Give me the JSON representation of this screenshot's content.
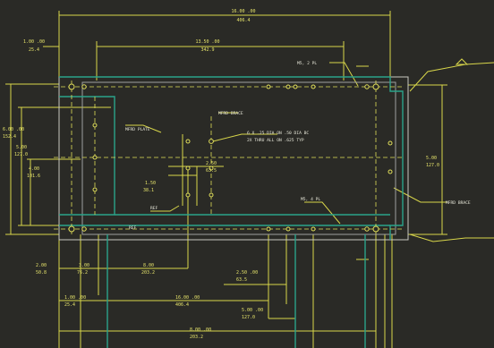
{
  "colors": {
    "background": "#2a2a26",
    "dimension": "#d8d64a",
    "plate": "#c8c8c0",
    "cutout": "#2aa38a",
    "centerline": "#e0de5a"
  },
  "dimensions": {
    "overall_width": "16.00 .00",
    "overall_width_sub": "406.4",
    "inner_width": "13.50 .00",
    "inner_width_sub": "342.9",
    "left_offset": "1.00 .00",
    "left_offset_sub": "25.4",
    "left_height": "6.00 .00",
    "left_height_sub": "152.4",
    "left_mid": "5.00",
    "left_mid_sub": "127.0",
    "left_small": "4.00",
    "left_small_sub": "101.6",
    "right_height": "5.00",
    "right_height_sub": "127.0",
    "b1": "2.00",
    "b1_sub": "50.8",
    "b2": "3.00",
    "b2_sub": "76.2",
    "b3": "1.00 .00",
    "b3_sub": "25.4",
    "b4": "8.00",
    "b4_sub": "203.2",
    "b5": "16.00 .00",
    "b5_sub": "406.4",
    "b6": "2.50 .00",
    "b6_sub": "63.5",
    "b7": "5.00 .00",
    "b7_sub": "127.0",
    "b8": "8.00 .00",
    "b8_sub": "203.2",
    "m1": "1.50",
    "m1_sub": "38.1",
    "m2": "2.50",
    "m2_sub": "63.5"
  },
  "notes": {
    "top_right": "M5, 2 PL",
    "plate_top": "MFRD BRACE",
    "plate_left": "MFRD PLATE",
    "holes": "6 X .25 DIA ON .50 DIA BC",
    "holes2": "2X THRU ALL ON .625 TYP",
    "bottom_mid": "M5, 4 PL",
    "right_side": "MFRD BRACE",
    "ref1": "REF",
    "ref2": "REF"
  }
}
